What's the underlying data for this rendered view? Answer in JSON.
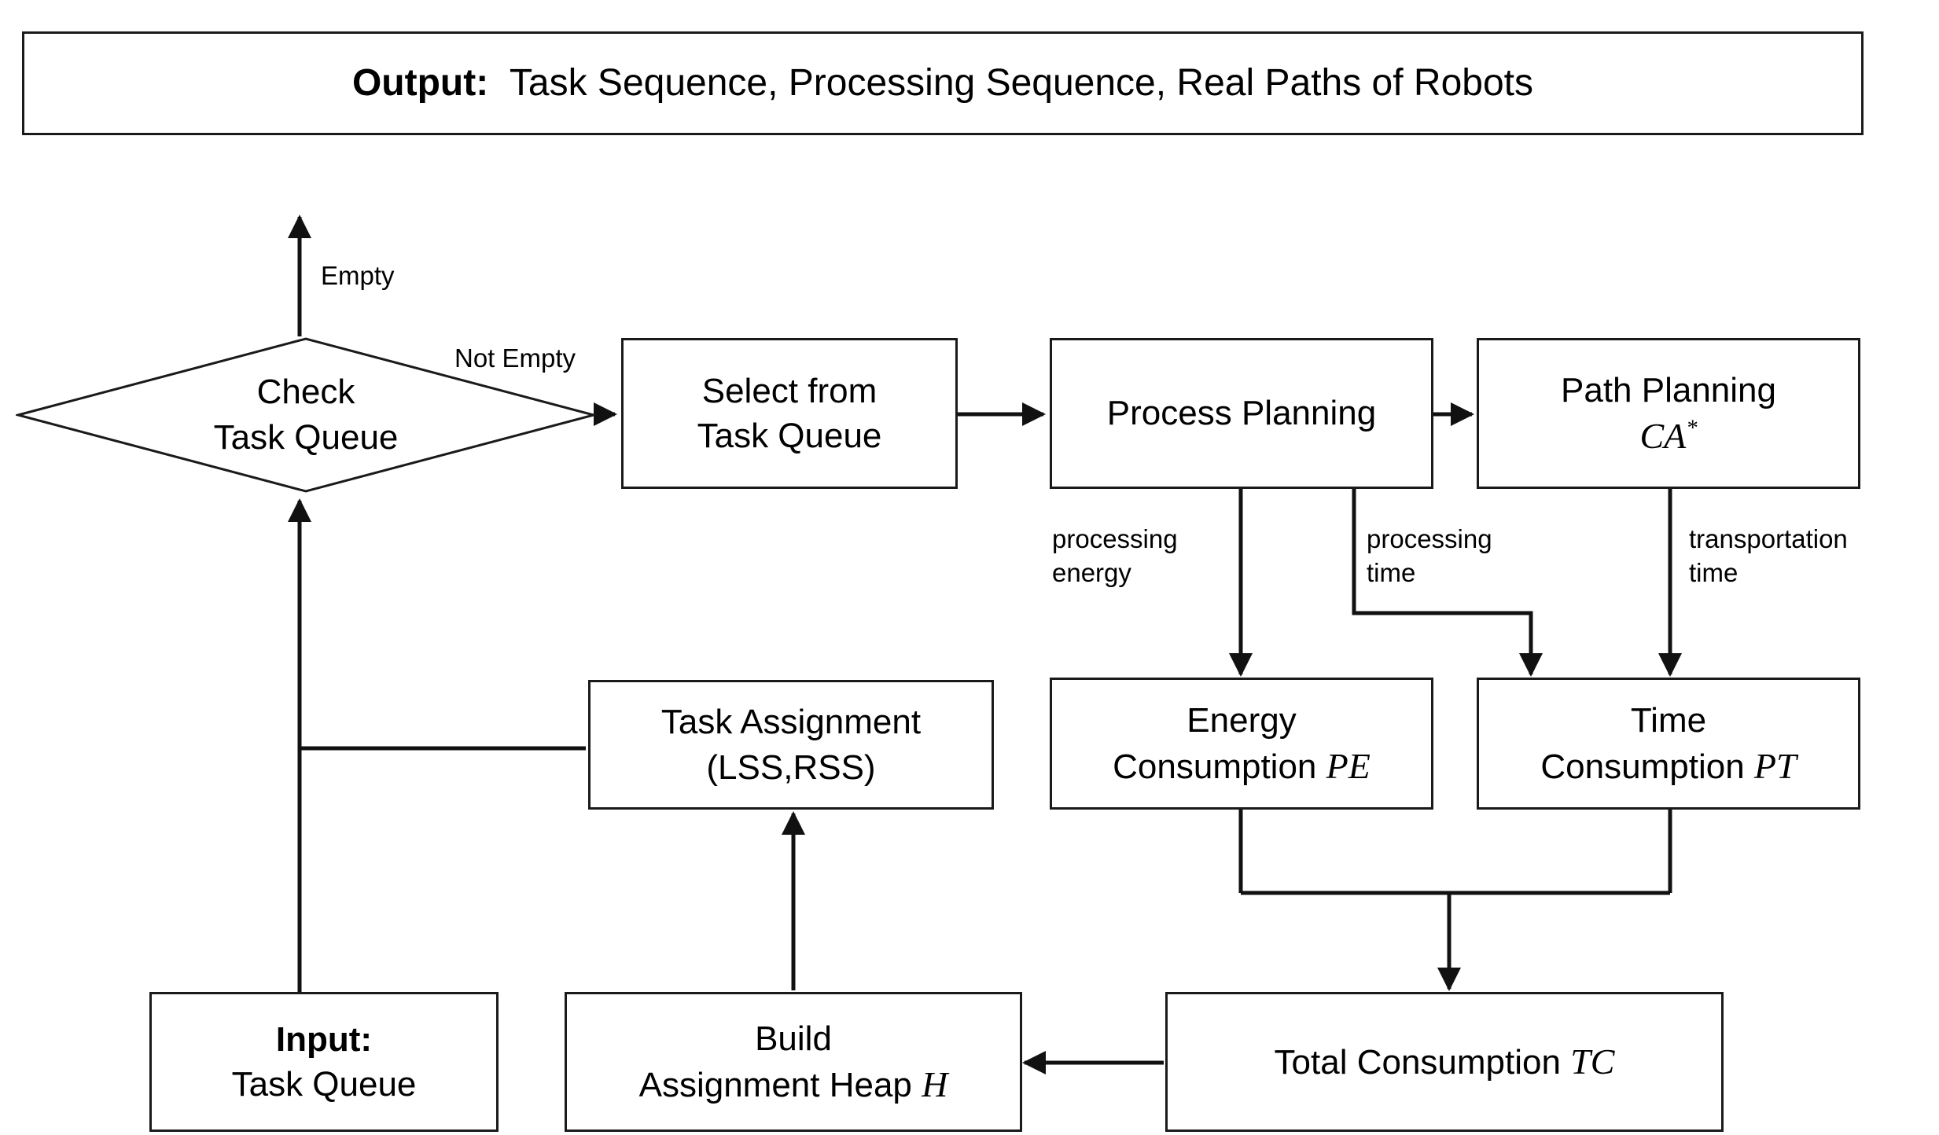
{
  "diagram": {
    "title": "Task Scheduling and Path Planning Flowchart",
    "type": "flowchart",
    "stroke_color": "#1a1a1a",
    "background_color": "#ffffff"
  },
  "nodes": {
    "output": {
      "shape": "rectangle",
      "label_bold": "Output:",
      "label_rest": "Task Sequence, Processing Sequence, Real Paths of Robots"
    },
    "check_task_queue": {
      "shape": "diamond",
      "line1": "Check",
      "line2": "Task Queue"
    },
    "select_from_task_queue": {
      "shape": "rectangle",
      "line1": "Select from",
      "line2": "Task Queue"
    },
    "process_planning": {
      "shape": "rectangle",
      "line1": "Process Planning"
    },
    "path_planning": {
      "shape": "rectangle",
      "line1": "Path Planning",
      "symbol": "CA",
      "symbol_sup": "*"
    },
    "task_assignment": {
      "shape": "rectangle",
      "line1": "Task Assignment",
      "line2": "(LSS,RSS)"
    },
    "energy_consumption": {
      "shape": "rectangle",
      "line1": "Energy",
      "line2_text": "Consumption",
      "line2_symbol": "PE"
    },
    "time_consumption": {
      "shape": "rectangle",
      "line1": "Time",
      "line2_text": "Consumption",
      "line2_symbol": "PT"
    },
    "input": {
      "shape": "rectangle",
      "label_bold": "Input:",
      "line2": "Task Queue"
    },
    "build_assignment_heap": {
      "shape": "rectangle",
      "line1": "Build",
      "line2_text": "Assignment Heap",
      "line2_symbol": "H"
    },
    "total_consumption": {
      "shape": "rectangle",
      "line1_text": "Total Consumption",
      "line1_symbol": "TC"
    }
  },
  "edge_labels": {
    "empty": "Empty",
    "not_empty": "Not Empty",
    "processing_energy_l1": "processing",
    "processing_energy_l2": "energy",
    "processing_time_l1": "processing",
    "processing_time_l2": "time",
    "transportation_time_l1": "transportation",
    "transportation_time_l2": "time"
  },
  "edges": [
    {
      "from": "check_task_queue",
      "to": "output",
      "label": "Empty"
    },
    {
      "from": "check_task_queue",
      "to": "select_from_task_queue",
      "label": "Not Empty"
    },
    {
      "from": "select_from_task_queue",
      "to": "process_planning",
      "label": ""
    },
    {
      "from": "process_planning",
      "to": "path_planning",
      "label": ""
    },
    {
      "from": "process_planning",
      "to": "energy_consumption",
      "label": "processing energy"
    },
    {
      "from": "process_planning",
      "to": "time_consumption",
      "label": "processing time"
    },
    {
      "from": "path_planning",
      "to": "time_consumption",
      "label": "transportation time"
    },
    {
      "from": "energy_consumption",
      "to": "total_consumption",
      "label": ""
    },
    {
      "from": "time_consumption",
      "to": "total_consumption",
      "label": ""
    },
    {
      "from": "total_consumption",
      "to": "build_assignment_heap",
      "label": ""
    },
    {
      "from": "build_assignment_heap",
      "to": "task_assignment",
      "label": ""
    },
    {
      "from": "task_assignment",
      "to": "check_task_queue",
      "label": ""
    },
    {
      "from": "input",
      "to": "check_task_queue",
      "label": ""
    }
  ]
}
